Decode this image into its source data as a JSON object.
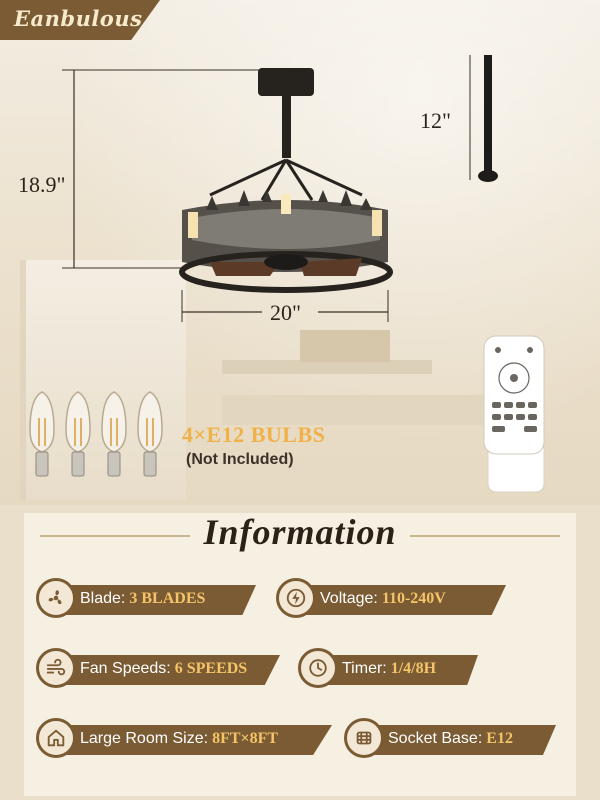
{
  "brand": {
    "logo": "Eanbulous"
  },
  "dimensions": {
    "height": "18.9\"",
    "downrod": "12\"",
    "width": "20\""
  },
  "bulbs": {
    "label": "4×E12 BULBS",
    "note": "(Not Included)"
  },
  "info": {
    "title": "Information",
    "specs": [
      {
        "label": "Blade:",
        "value": "3 BLADES",
        "icon": "fan-icon"
      },
      {
        "label": "Voltage:",
        "value": "110-240V",
        "icon": "lightning-icon"
      },
      {
        "label": "Fan Speeds:",
        "value": "6 SPEEDS",
        "icon": "wind-icon"
      },
      {
        "label": "Timer:",
        "value": "1/4/8H",
        "icon": "clock-icon"
      },
      {
        "label": "Large Room Size:",
        "value": "8FT×8FT",
        "icon": "home-icon"
      },
      {
        "label": "Socket Base:",
        "value": "E12",
        "icon": "socket-icon"
      }
    ]
  },
  "colors": {
    "brand": "#7a5b33",
    "accent": "#f0b248",
    "background": "#efe7d8"
  }
}
